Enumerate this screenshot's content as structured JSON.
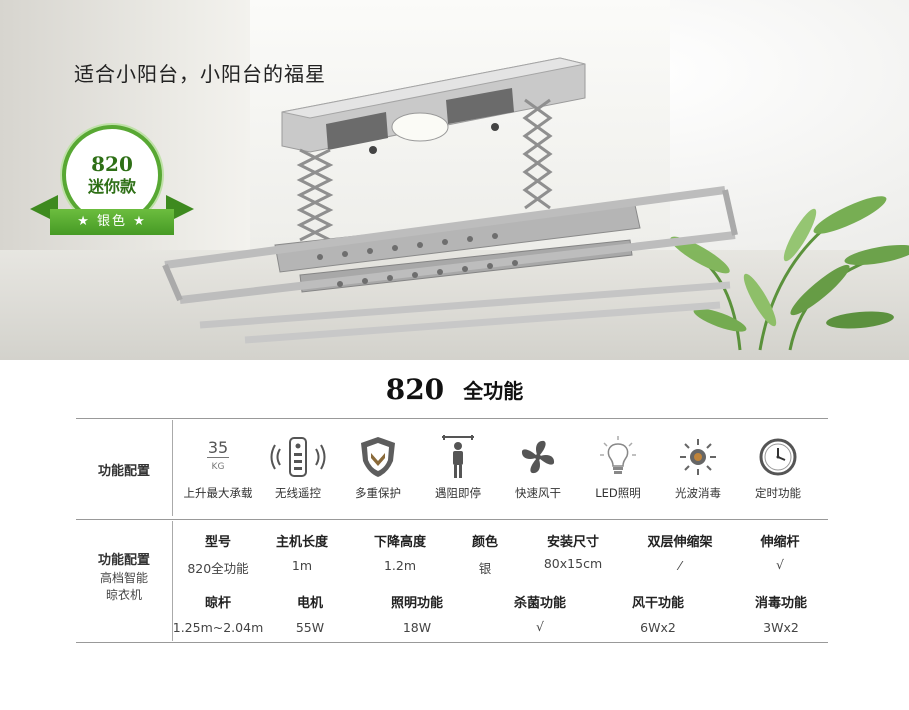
{
  "hero": {
    "tagline": "适合小阳台，小阳台的福星"
  },
  "badge": {
    "number": "820",
    "model": "迷你款",
    "color": "银色"
  },
  "title": {
    "number": "820",
    "text": "全功能"
  },
  "features": {
    "label": "功能配置",
    "load_value": "35",
    "load_unit": "KG",
    "items": [
      {
        "icon": "weight-icon",
        "label": "上升最大承载"
      },
      {
        "icon": "remote-icon",
        "label": "无线遥控"
      },
      {
        "icon": "shield-icon",
        "label": "多重保护"
      },
      {
        "icon": "person-stop-icon",
        "label": "遇阻即停"
      },
      {
        "icon": "fan-icon",
        "label": "快速风干"
      },
      {
        "icon": "bulb-icon",
        "label": "LED照明"
      },
      {
        "icon": "sun-icon",
        "label": "光波消毒"
      },
      {
        "icon": "clock-icon",
        "label": "定时功能"
      }
    ]
  },
  "specs": {
    "label_main": "功能配置",
    "label_sub1": "高档智能",
    "label_sub2": "晾衣机",
    "row1_headers": [
      "型号",
      "主机长度",
      "下降高度",
      "颜色",
      "安装尺寸",
      "双层伸缩架",
      "伸缩杆"
    ],
    "row1_values": [
      "820全功能",
      "1m",
      "1.2m",
      "银",
      "80x15cm",
      "⁄",
      "√"
    ],
    "row2_headers": [
      "晾杆",
      "电机",
      "照明功能",
      "杀菌功能",
      "风干功能",
      "消毒功能"
    ],
    "row2_values": [
      "1.25m~2.04m",
      "55W",
      "18W",
      "√",
      "6Wx2",
      "3Wx2"
    ]
  },
  "colors": {
    "brand_green": "#58a833",
    "rule_gray": "#999999"
  }
}
